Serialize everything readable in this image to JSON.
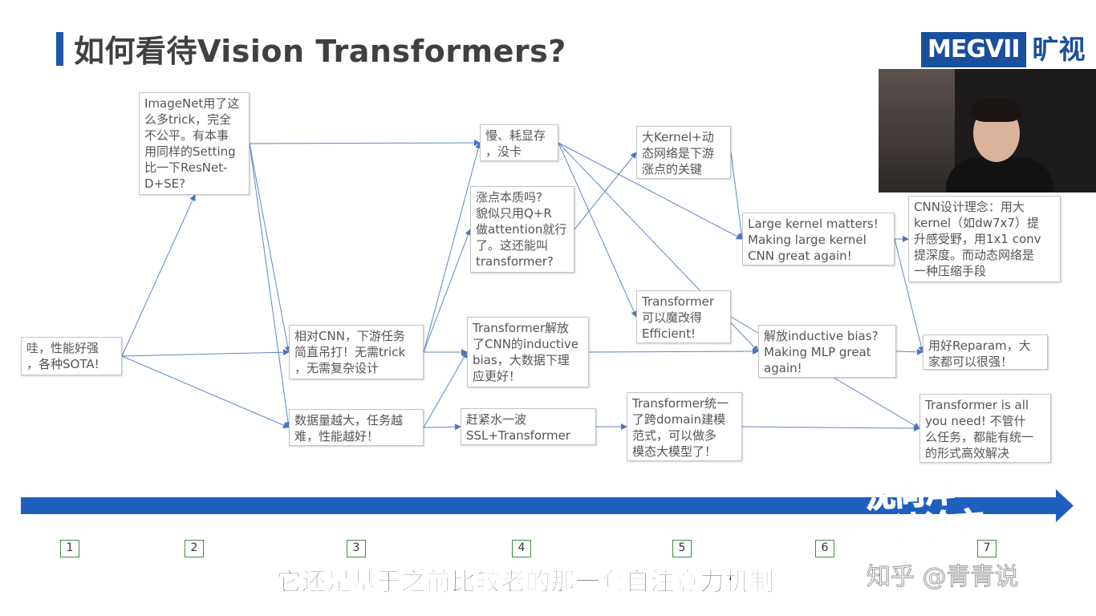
{
  "title": "如何看待Vision Transformers?",
  "logo": {
    "brand": "MEGVII",
    "cn": "旷视"
  },
  "nodes": [
    {
      "id": "n1",
      "text": "哇，性能好强\n，各种SOTA!"
    },
    {
      "id": "n2",
      "text": "ImageNet用了这\n么多trick，完全\n不公平。有本事\n用同样的Setting\n比一下ResNet-\nD+SE?"
    },
    {
      "id": "n3",
      "text": "相对CNN，下游任务\n简直吊打！无需trick\n，无需复杂设计"
    },
    {
      "id": "n4",
      "text": "数据量越大，任务越\n难，性能越好！"
    },
    {
      "id": "n5",
      "text": "慢、耗显存\n，没卡"
    },
    {
      "id": "n6",
      "text": "涨点本质吗?\n貌似只用Q+R\n做attention就行\n了。这还能叫\ntransformer?"
    },
    {
      "id": "n7",
      "text": "Transformer解放\n了CNN的inductive\nbias，大数据下理\n应更好！"
    },
    {
      "id": "n8",
      "text": "赶紧水一波\nSSL+Transformer"
    },
    {
      "id": "n9",
      "text": "大Kernel+动\n态网络是下游\n涨点的关键"
    },
    {
      "id": "n10",
      "text": "Transformer\n可以魔改得\nEfficient!"
    },
    {
      "id": "n11",
      "text": "Transformer统一\n了跨domain建模\n范式，可以做多\n模态大模型了！"
    },
    {
      "id": "n12",
      "text": "Large kernel matters!\nMaking large kernel\nCNN great again!"
    },
    {
      "id": "n13",
      "text": "解放inductive bias?\nMaking MLP great\nagain!"
    },
    {
      "id": "n14",
      "text": "CNN设计理念：用大\nkernel（如dw7x7）提\n升感受野，用1x1 conv\n提深度。而动态网络是\n一种压缩手段"
    },
    {
      "id": "n15",
      "text": "用好Reparam，大\n家都可以很强！"
    },
    {
      "id": "n16",
      "text": "Transformer is all\nyou need! 不管什\n么任务，都能有统一\n的形式高效解决"
    }
  ],
  "edges": [
    [
      "n1",
      "n2"
    ],
    [
      "n1",
      "n3"
    ],
    [
      "n1",
      "n4"
    ],
    [
      "n2",
      "n3"
    ],
    [
      "n2",
      "n4"
    ],
    [
      "n2",
      "n5"
    ],
    [
      "n3",
      "n5"
    ],
    [
      "n3",
      "n6"
    ],
    [
      "n3",
      "n7"
    ],
    [
      "n4",
      "n7"
    ],
    [
      "n4",
      "n8"
    ],
    [
      "n8",
      "n11"
    ],
    [
      "n6",
      "n9"
    ],
    [
      "n5",
      "n10"
    ],
    [
      "n5",
      "n12"
    ],
    [
      "n5",
      "n13"
    ],
    [
      "n7",
      "n13"
    ],
    [
      "n9",
      "n12"
    ],
    [
      "n12",
      "n14"
    ],
    [
      "n12",
      "n15"
    ],
    [
      "n13",
      "n15"
    ],
    [
      "n10",
      "n16"
    ],
    [
      "n11",
      "n16"
    ]
  ],
  "timeline": {
    "ticks": [
      "1",
      "2",
      "3",
      "4",
      "5",
      "6",
      "7"
    ],
    "color": "#1f5fbf"
  },
  "watermark": {
    "line1": "沈向洋",
    "line2": "带你读论文"
  },
  "subtitle": "它还是基于之前比较老的那一套自注意力机制",
  "source": "知乎 @青青说"
}
